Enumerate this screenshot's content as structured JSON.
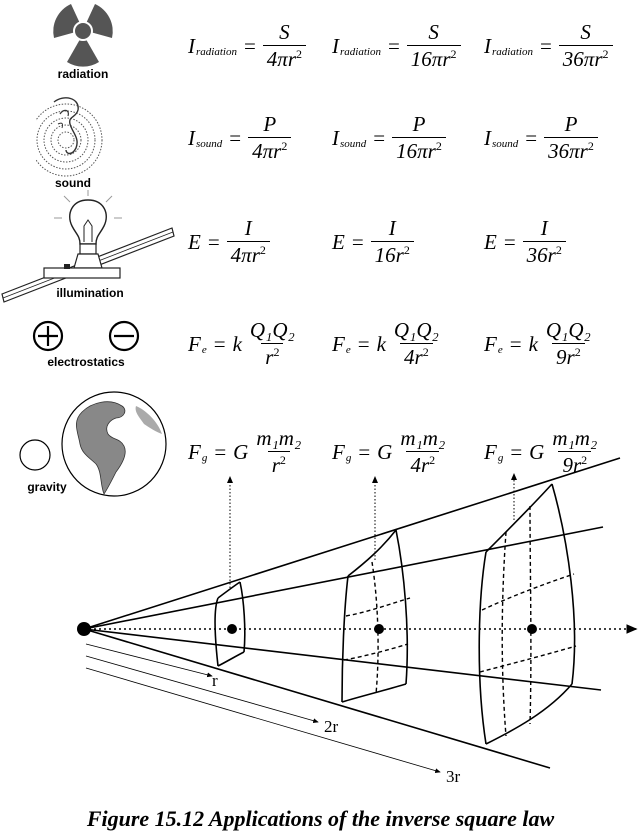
{
  "rows": [
    {
      "label": "radiation",
      "icon": "radiation-trefoil-icon",
      "formulas": [
        {
          "lhs": "I",
          "lhs_sub": "radiation",
          "coef": "",
          "num": "S",
          "den": "4πr",
          "den_exp": "2"
        },
        {
          "lhs": "I",
          "lhs_sub": "radiation",
          "coef": "",
          "num": "S",
          "den": "16πr",
          "den_exp": "2"
        },
        {
          "lhs": "I",
          "lhs_sub": "radiation",
          "coef": "",
          "num": "S",
          "den": "36πr",
          "den_exp": "2"
        }
      ]
    },
    {
      "label": "sound",
      "icon": "ear-sound-waves-icon",
      "formulas": [
        {
          "lhs": "I",
          "lhs_sub": "sound",
          "coef": "",
          "num": "P",
          "den": "4πr",
          "den_exp": "2"
        },
        {
          "lhs": "I",
          "lhs_sub": "sound",
          "coef": "",
          "num": "P",
          "den": "16πr",
          "den_exp": "2"
        },
        {
          "lhs": "I",
          "lhs_sub": "sound",
          "coef": "",
          "num": "P",
          "den": "36πr",
          "den_exp": "2"
        }
      ]
    },
    {
      "label": "illumination",
      "icon": "light-bulb-photometer-icon",
      "formulas": [
        {
          "lhs": "E",
          "lhs_sub": "",
          "coef": "",
          "num": "I",
          "den": "4πr",
          "den_exp": "2"
        },
        {
          "lhs": "E",
          "lhs_sub": "",
          "coef": "",
          "num": "I",
          "den": "16r",
          "den_exp": "2"
        },
        {
          "lhs": "E",
          "lhs_sub": "",
          "coef": "",
          "num": "I",
          "den": "36r",
          "den_exp": "2"
        }
      ]
    },
    {
      "label": "electrostatics",
      "icon": "positive-negative-charges-icon",
      "formulas": [
        {
          "lhs": "F",
          "lhs_sub": "e",
          "coef": "k",
          "num": "Q₁Q₂",
          "den": "r",
          "den_exp": "2"
        },
        {
          "lhs": "F",
          "lhs_sub": "e",
          "coef": "k",
          "num": "Q₁Q₂",
          "den": "4r",
          "den_exp": "2"
        },
        {
          "lhs": "F",
          "lhs_sub": "e",
          "coef": "k",
          "num": "Q₁Q₂",
          "den": "9r",
          "den_exp": "2"
        }
      ]
    },
    {
      "label": "gravity",
      "icon": "earth-globe-mass-icon",
      "formulas": [
        {
          "lhs": "F",
          "lhs_sub": "g",
          "coef": "G",
          "num": "m₁m₂",
          "den": "r",
          "den_exp": "2"
        },
        {
          "lhs": "F",
          "lhs_sub": "g",
          "coef": "G",
          "num": "m₁m₂",
          "den": "4r",
          "den_exp": "2"
        },
        {
          "lhs": "F",
          "lhs_sub": "g",
          "coef": "G",
          "num": "m₁m₂",
          "den": "9r",
          "den_exp": "2"
        }
      ]
    }
  ],
  "distance_labels": [
    "r",
    "2r",
    "3r"
  ],
  "caption": "Figure 15.12 Applications of the inverse square law"
}
